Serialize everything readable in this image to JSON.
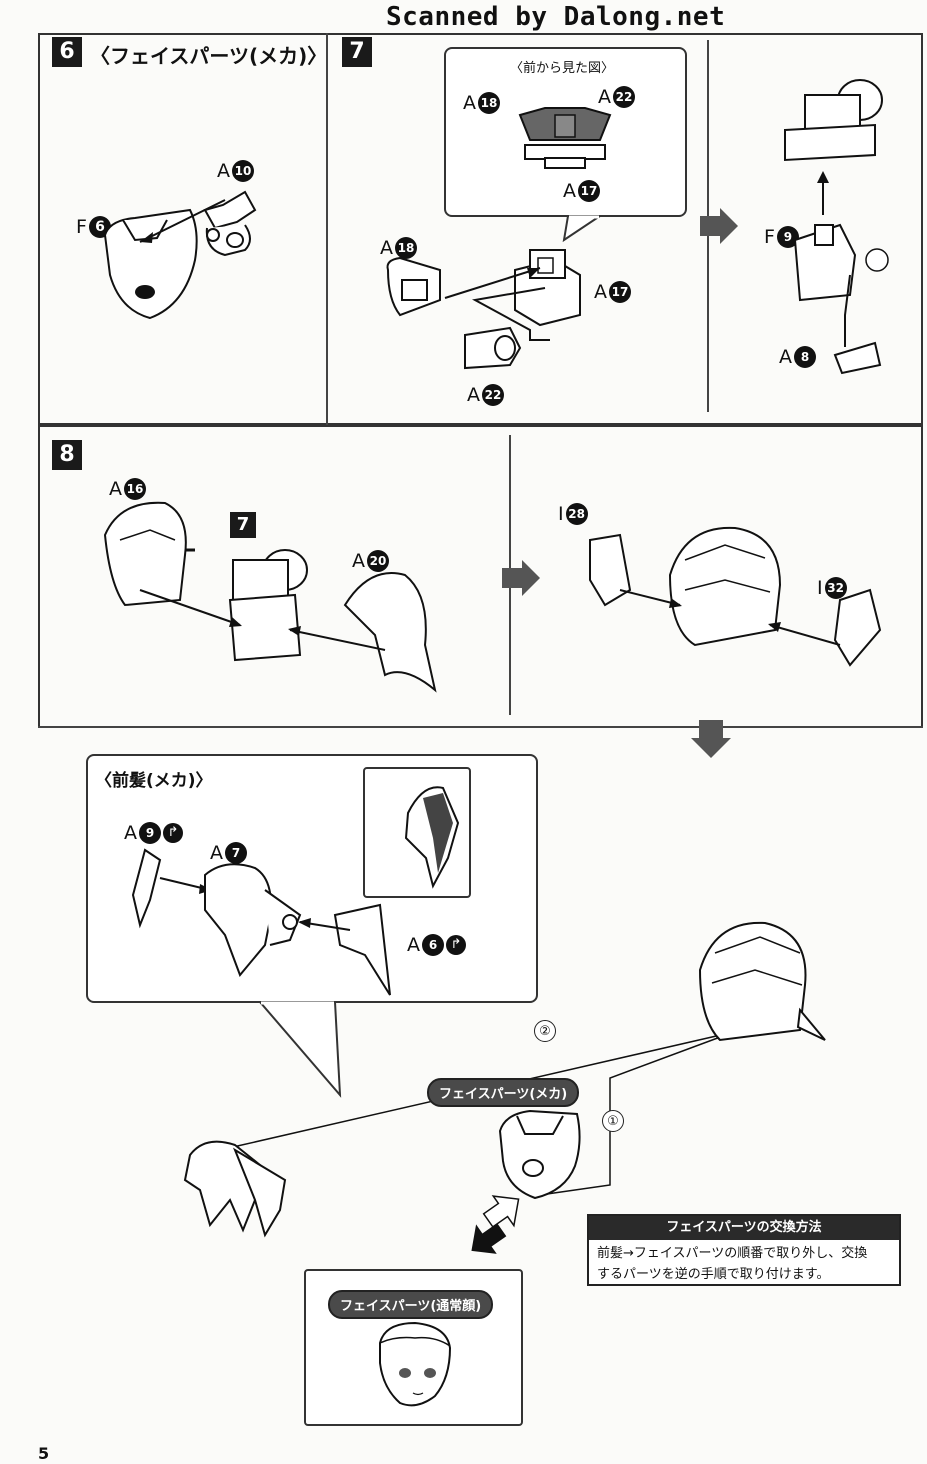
{
  "watermark": "Scanned by Dalong.net",
  "page_number": "5",
  "step6": {
    "number": "6",
    "title": "〈フェイスパーツ(メカ)〉",
    "parts": [
      {
        "letter": "A",
        "num": "10"
      },
      {
        "letter": "F",
        "num": "6"
      }
    ]
  },
  "step7": {
    "number": "7",
    "callout_title": "〈前から見た図〉",
    "callout_parts": [
      {
        "letter": "A",
        "num": "18"
      },
      {
        "letter": "A",
        "num": "22"
      },
      {
        "letter": "A",
        "num": "17"
      }
    ],
    "parts": [
      {
        "letter": "A",
        "num": "18"
      },
      {
        "letter": "A",
        "num": "17"
      },
      {
        "letter": "A",
        "num": "22"
      }
    ],
    "right_parts": [
      {
        "letter": "F",
        "num": "9"
      },
      {
        "letter": "A",
        "num": "8"
      }
    ]
  },
  "step8": {
    "number": "8",
    "inset_step": "7",
    "parts": [
      {
        "letter": "A",
        "num": "16"
      },
      {
        "letter": "A",
        "num": "20"
      },
      {
        "letter": "I",
        "num": "28"
      },
      {
        "letter": "I",
        "num": "32"
      }
    ]
  },
  "bangs": {
    "title": "〈前髪(メカ)〉",
    "parts": [
      {
        "letter": "A",
        "num": "9"
      },
      {
        "letter": "A",
        "num": "7"
      },
      {
        "letter": "A",
        "num": "6"
      }
    ]
  },
  "exchange": {
    "label_mecha": "フェイスパーツ(メカ)",
    "label_normal": "フェイスパーツ(通常顔)",
    "order": [
      "①",
      "②"
    ]
  },
  "info": {
    "heading": "フェイスパーツの交換方法",
    "line1": "前髪→フェイスパーツの順番で取り外し、交換",
    "line2": "するパーツを逆の手順で取り付けます。"
  }
}
